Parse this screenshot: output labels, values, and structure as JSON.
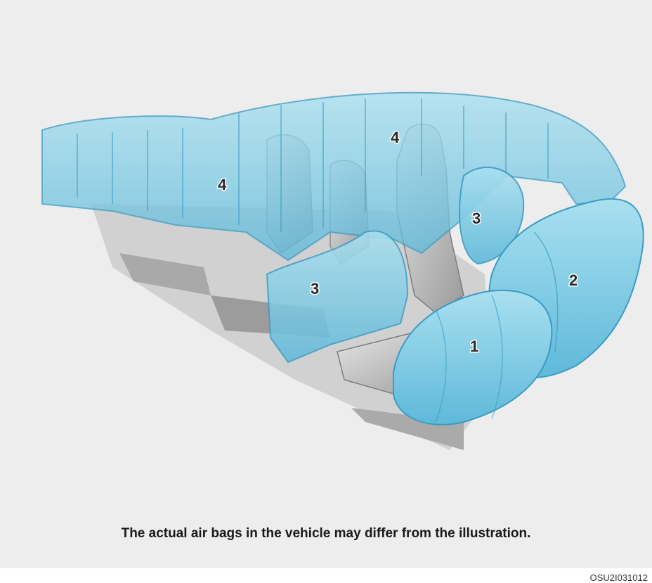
{
  "figure": {
    "callouts": [
      {
        "id": "callout-1",
        "text": "1"
      },
      {
        "id": "callout-2",
        "text": "2"
      },
      {
        "id": "callout-3-front",
        "text": "3"
      },
      {
        "id": "callout-3-rear",
        "text": "3"
      },
      {
        "id": "callout-4-front",
        "text": "4"
      },
      {
        "id": "callout-4-rear",
        "text": "4"
      }
    ],
    "caption": "The actual air bags in the vehicle may differ from the illustration.",
    "figure_code": "OSU2I031012"
  },
  "colors": {
    "background": "#ededed",
    "airbag": "#7fcde6",
    "airbag_edge": "#3a9cc4",
    "seat": "#b5b5b5"
  }
}
